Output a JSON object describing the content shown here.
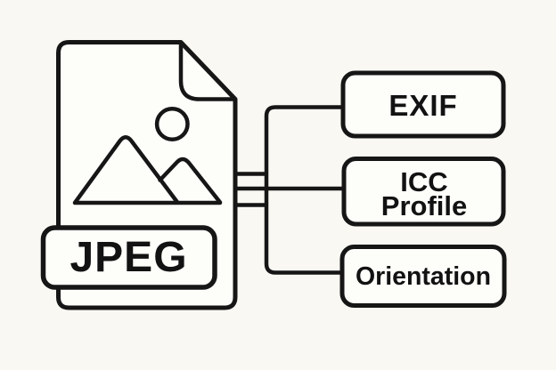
{
  "colors": {
    "background": "#faf8f3",
    "stroke": "#161616",
    "node_fill": "#fdfdfa",
    "text": "#121212"
  },
  "icons": {
    "file_icon": "image-file-with-folded-corner",
    "image_icon": "mountains-and-sun-photo-placeholder"
  },
  "file_node": {
    "badge_label": "JPEG"
  },
  "metadata_nodes": [
    {
      "id": "exif",
      "label": "EXIF"
    },
    {
      "id": "icc-profile",
      "label_line1": "ICC",
      "label_line2": "Profile"
    },
    {
      "id": "orientation",
      "label": "Orientation"
    }
  ]
}
